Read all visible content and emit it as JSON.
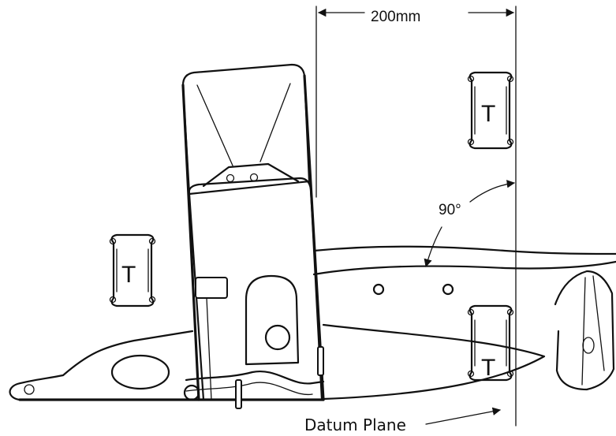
{
  "labels": {
    "dimension": "200mm",
    "angle": "90°",
    "datum_plane": "Datum Plane",
    "target": "T"
  },
  "colors": {
    "line": "#111111",
    "background": "#ffffff"
  }
}
